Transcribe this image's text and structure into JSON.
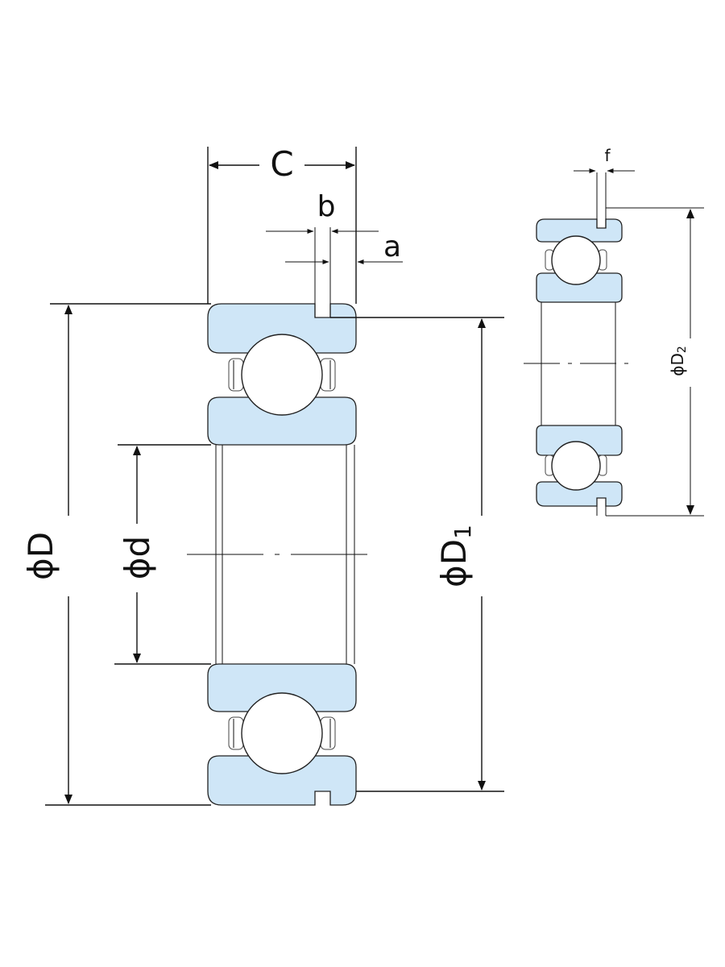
{
  "colors": {
    "ring_fill": "#cfe6f7",
    "line": "#111111",
    "ball_fill": "#ffffff"
  },
  "labels": {
    "C": "C",
    "b": "b",
    "a": "a",
    "D": "ϕD",
    "d": "ϕd",
    "D1_main": "ϕD",
    "D1_sub": "1",
    "f": "f",
    "D2_main": "ϕD",
    "D2_sub": "2"
  }
}
